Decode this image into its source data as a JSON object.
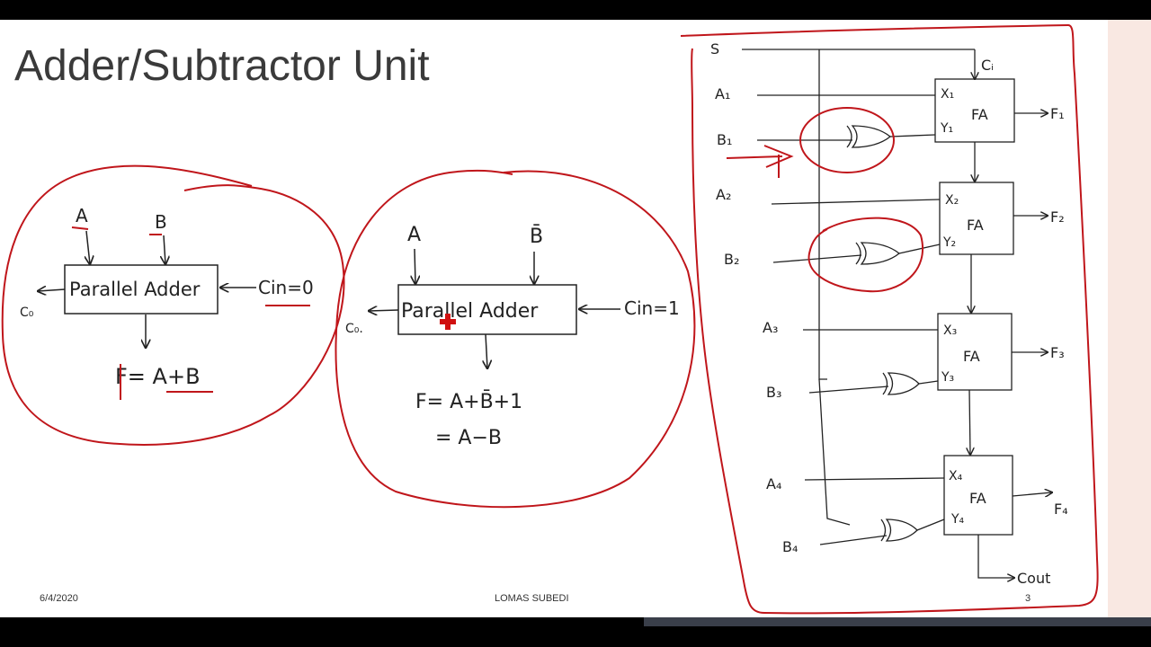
{
  "slide": {
    "title": "Adder/Subtractor Unit",
    "date": "6/4/2020",
    "author": "LOMAS SUBEDI",
    "page": "3"
  },
  "adder": {
    "input_a": "A",
    "input_b": "B",
    "block": "Parallel Adder",
    "carry_in": "Cin=0",
    "carry_out": "C₀",
    "result": "F= A+B"
  },
  "subtractor": {
    "input_a": "A",
    "input_b": "B̄",
    "block": "Parallel Adder",
    "carry_in": "Cin=1",
    "carry_out": "C₀.",
    "result_line1": "F= A+B̄+1",
    "result_line2": "= A−B"
  },
  "circuit": {
    "select": "S",
    "carry_in": "Cᵢ",
    "carry_out": "Cout",
    "stages": [
      {
        "a": "A₁",
        "b": "B₁",
        "x": "X₁",
        "y": "Y₁",
        "fa": "FA",
        "f": "F₁"
      },
      {
        "a": "A₂",
        "b": "B₂",
        "x": "X₂",
        "y": "Y₂",
        "fa": "FA",
        "f": "F₂"
      },
      {
        "a": "A₃",
        "b": "B₃",
        "x": "X₃",
        "y": "Y₃",
        "fa": "FA",
        "f": "F₃"
      },
      {
        "a": "A₄",
        "b": "B₄",
        "x": "X₄",
        "y": "Y₄",
        "fa": "FA",
        "f": "F₄"
      }
    ]
  },
  "colors": {
    "ink": "#222222",
    "annotation": "#c0161b",
    "title": "#3a3a3a"
  }
}
